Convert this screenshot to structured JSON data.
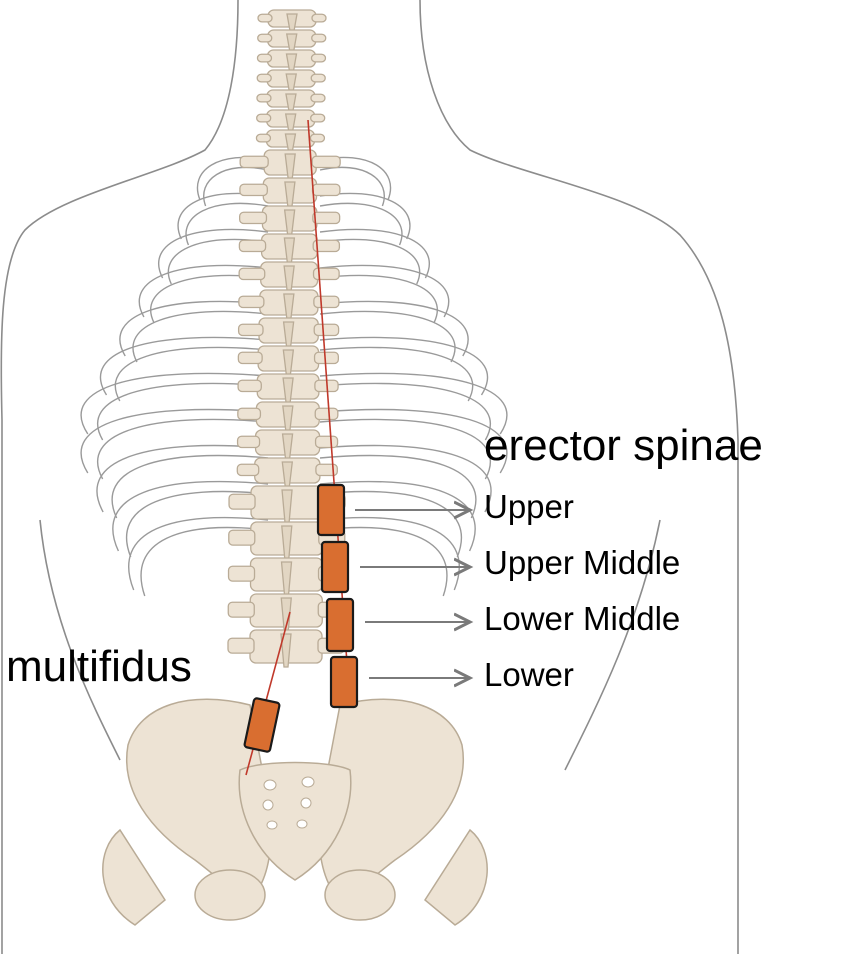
{
  "labels": {
    "erector_spinae": "erector spinae",
    "upper": "Upper",
    "upper_middle": "Upper Middle",
    "lower_middle": "Lower Middle",
    "lower": "Lower",
    "multifidus": "multifidus"
  },
  "colors": {
    "bone": "#ede3d4",
    "bone_stroke": "#b9ab96",
    "body_outline": "#8c8c8c",
    "rib_stroke": "#9a9a9a",
    "electrode_fill": "#d96e30",
    "electrode_stroke": "#1a1a1a",
    "muscle_line": "#c0392b",
    "arrow": "#7a7a7a"
  }
}
